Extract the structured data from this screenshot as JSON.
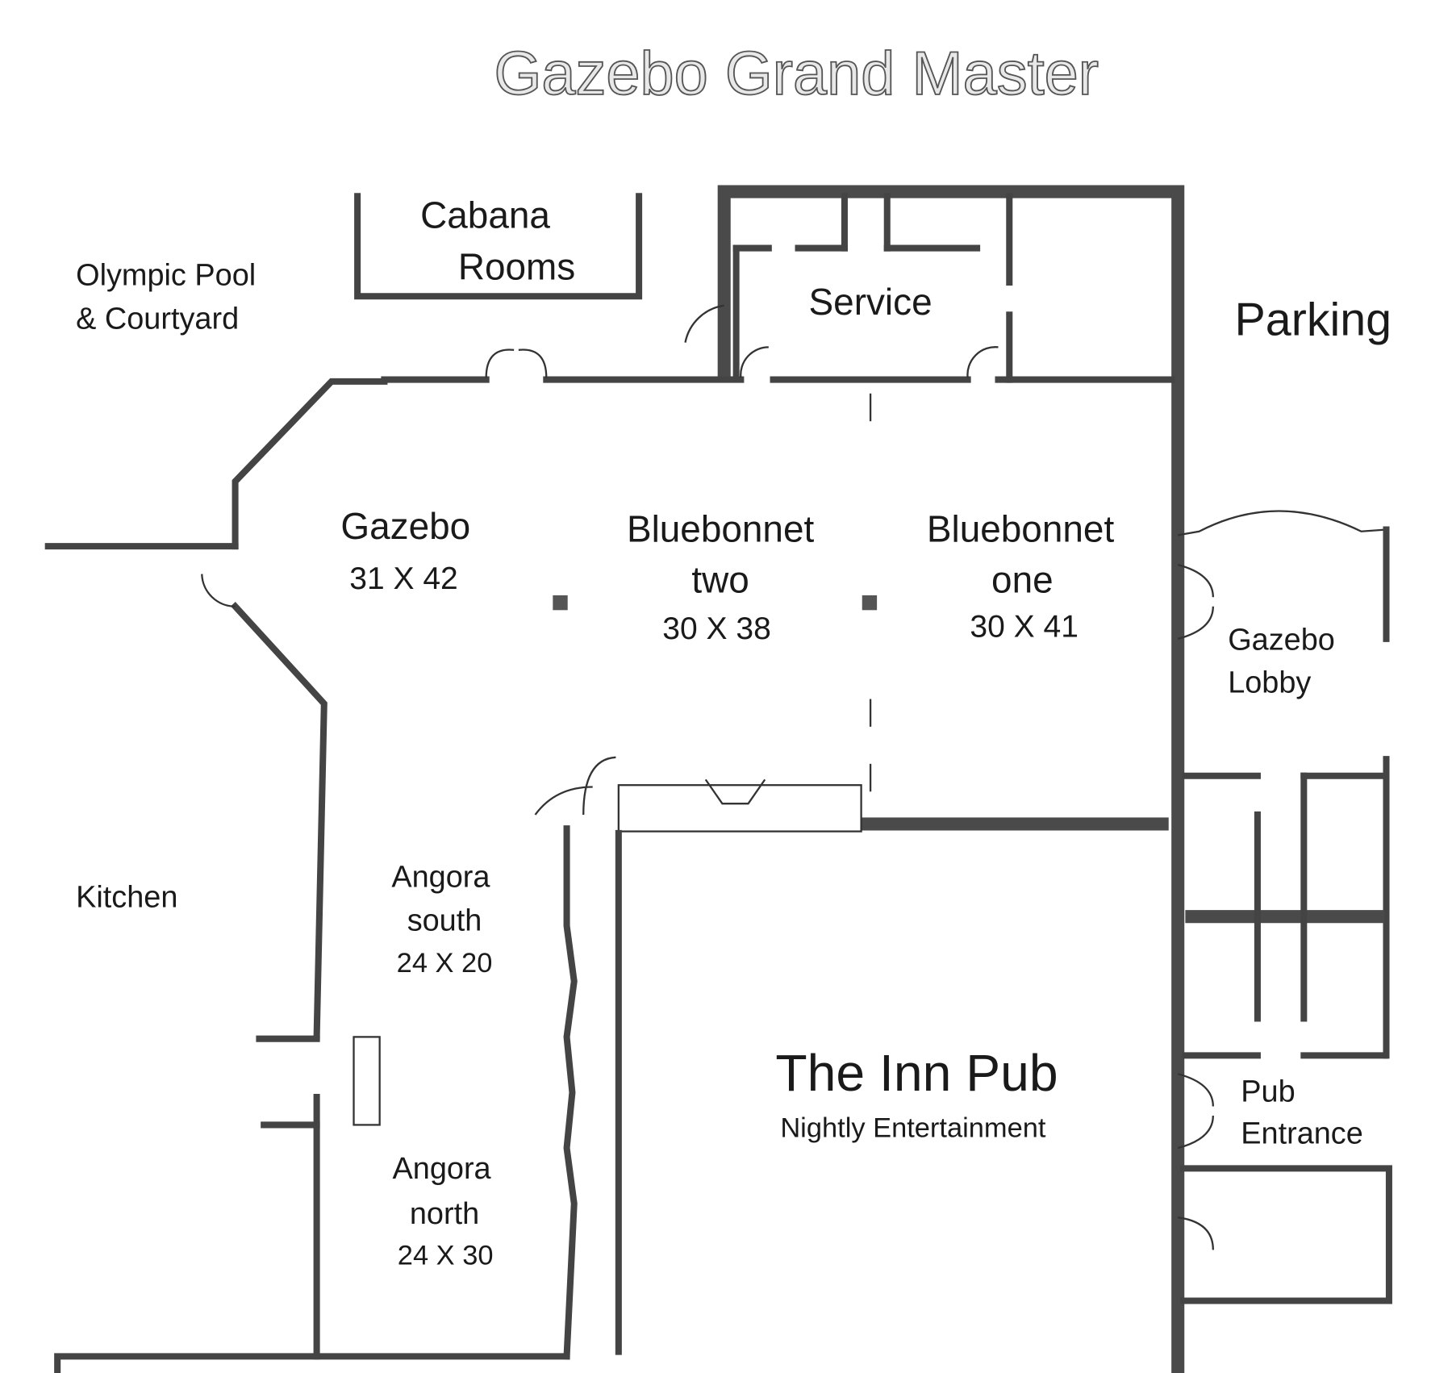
{
  "title": "Gazebo Grand Master",
  "areas": {
    "pool": {
      "line1": "Olympic Pool",
      "line2": "& Courtyard"
    },
    "cabana": {
      "line1": "Cabana",
      "line2": "Rooms"
    },
    "service": "Service",
    "parking": "Parking",
    "kitchen": "Kitchen"
  },
  "rooms": {
    "gazebo": {
      "name": "Gazebo",
      "size": "31 X 42"
    },
    "bluebonnet_two": {
      "name": "Bluebonnet",
      "name2": "two",
      "size": "30 X 38"
    },
    "bluebonnet_one": {
      "name": "Bluebonnet",
      "name2": "one",
      "size": "30 X 41"
    },
    "gazebo_lobby": {
      "line1": "Gazebo",
      "line2": "Lobby"
    },
    "angora_south": {
      "name": "Angora",
      "name2": "south",
      "size": "24 X 20"
    },
    "angora_north": {
      "name": "Angora",
      "name2": "north",
      "size": "24 X 30"
    },
    "inn_pub": {
      "name": "The Inn Pub",
      "subtitle": "Nightly Entertainment"
    },
    "pub_entrance": {
      "line1": "Pub",
      "line2": "Entrance"
    }
  }
}
